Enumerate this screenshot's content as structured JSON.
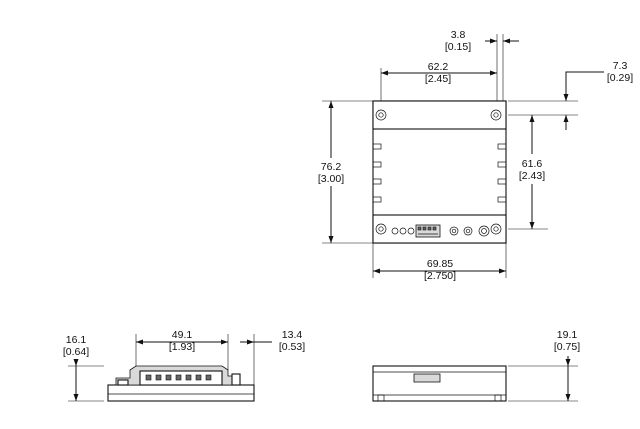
{
  "dimensions": {
    "top_hole_offset": {
      "mm": "3.8",
      "in": "[0.15]"
    },
    "top_hole_spacing": {
      "mm": "62.2",
      "in": "[2.45]"
    },
    "top_right_offset": {
      "mm": "7.3",
      "in": "[0.29]"
    },
    "top_height": {
      "mm": "76.2",
      "in": "[3.00]"
    },
    "top_inner_height": {
      "mm": "61.6",
      "in": "[2.43]"
    },
    "top_width": {
      "mm": "69.85",
      "in": "[2.750]"
    },
    "side_height": {
      "mm": "16.1",
      "in": "[0.64]"
    },
    "side_connector_width": {
      "mm": "49.1",
      "in": "[1.93]"
    },
    "side_right_offset": {
      "mm": "13.4",
      "in": "[0.53]"
    },
    "front_height": {
      "mm": "19.1",
      "in": "[0.75]"
    }
  }
}
